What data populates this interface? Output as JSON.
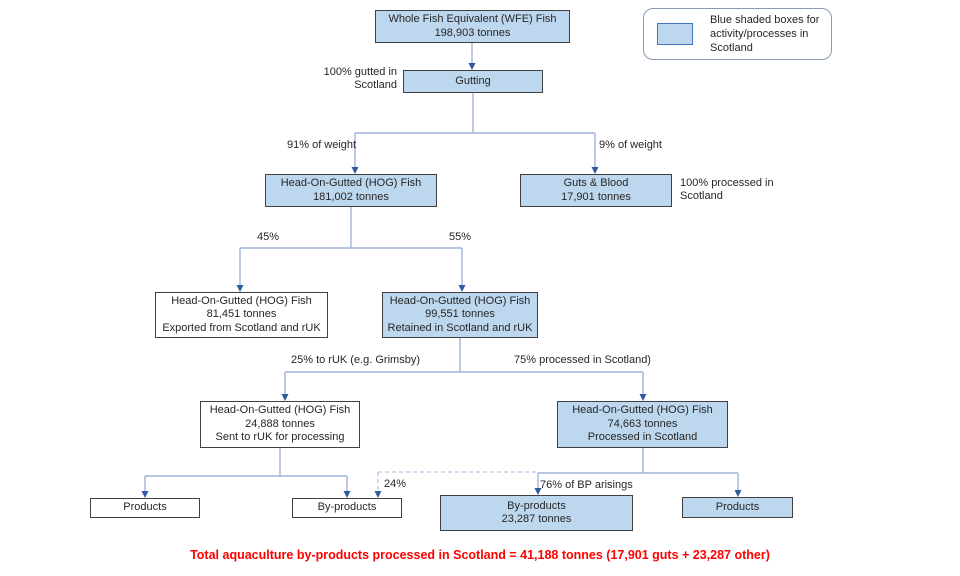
{
  "legend": {
    "text": "Blue shaded boxes for\nactivity/processes in Scotland"
  },
  "nodes": {
    "wfe": {
      "text": "Whole Fish Equivalent (WFE) Fish\n198,903 tonnes"
    },
    "gutting": {
      "text": "Gutting"
    },
    "hog181": {
      "text": "Head-On-Gutted (HOG) Fish\n181,002 tonnes"
    },
    "guts": {
      "text": "Guts & Blood\n17,901 tonnes"
    },
    "hog81": {
      "text": "Head-On-Gutted (HOG) Fish\n81,451 tonnes\nExported from Scotland and rUK"
    },
    "hog99": {
      "text": "Head-On-Gutted (HOG) Fish\n99,551 tonnes\nRetained in Scotland and rUK"
    },
    "hog24": {
      "text": "Head-On-Gutted (HOG) Fish\n24,888 tonnes\nSent to rUK for processing"
    },
    "hog74": {
      "text": "Head-On-Gutted (HOG) Fish\n74,663 tonnes\nProcessed in Scotland"
    },
    "products_left": {
      "text": "Products"
    },
    "byproducts_left": {
      "text": "By-products"
    },
    "byproducts_scotland": {
      "text": "By-products\n23,287 tonnes"
    },
    "products_right": {
      "text": "Products"
    }
  },
  "labels": {
    "gutted100": "100% gutted in\nScotland",
    "pct91": "91% of weight",
    "pct9": "9% of weight",
    "processed100": "100% processed in\nScotland",
    "pct45": "45%",
    "pct55": "55%",
    "pct25": "25% to rUK (e.g. Grimsby)",
    "pct75": "75% processed in Scotland)",
    "pct24": "24%",
    "pct76": "76% of BP arisings"
  },
  "note": {
    "text": "Total aquaculture by-products processed in Scotland = 41,188 tonnes (17,901 guts + 23,287 other)"
  },
  "colors": {
    "box_fill_blue": "#BDD7EE",
    "box_border": "#404040",
    "connector_line": "#A0B4DC",
    "arrowhead": "#2E5AA0",
    "legend_border": "#8A9AB5",
    "legend_swatch_border": "#4472C4",
    "note_red": "#FF0000"
  }
}
